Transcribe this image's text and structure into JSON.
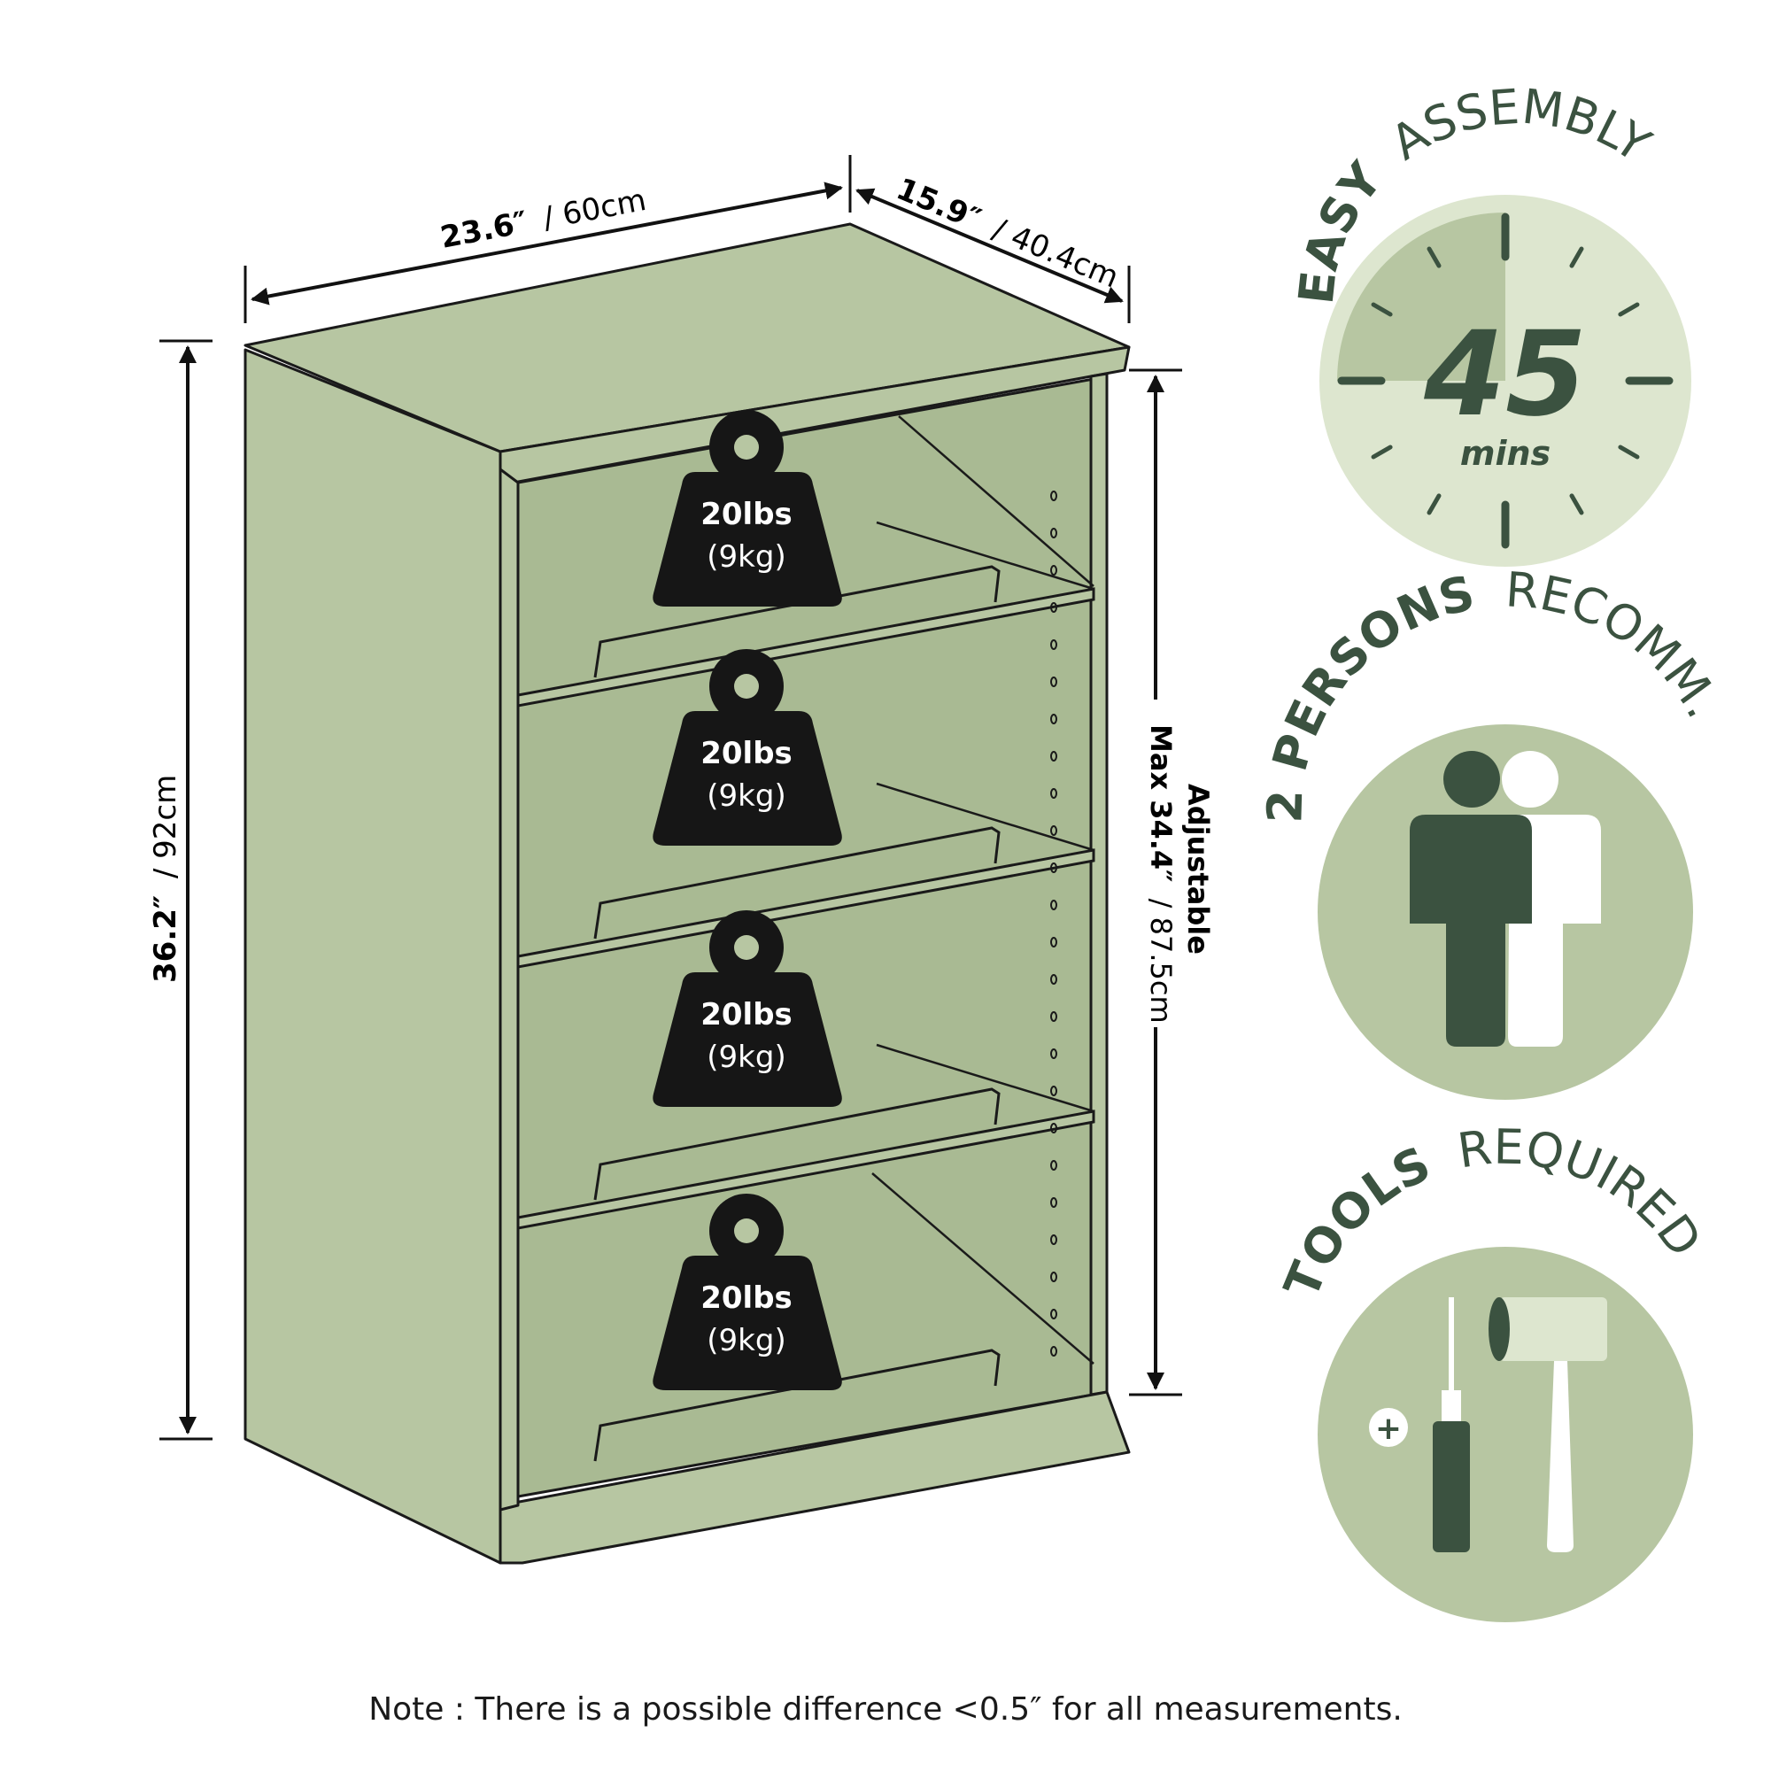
{
  "colors": {
    "panel": "#b7c6a2",
    "panel_light": "#dde6cf",
    "panel_dark": "#a9ba93",
    "accent_dark": "#3b5240",
    "weight_black": "#161616",
    "outline": "#1a1a1a"
  },
  "dimensions": {
    "width_bold": "23.6″",
    "width_light": "/ 60cm",
    "depth_bold": "15.9″",
    "depth_light": "/ 40.4cm",
    "height_bold": "36.2″",
    "height_light": "/ 92cm",
    "adjustable_title": "Adjustable",
    "adjustable_bold": "Max 34.4″",
    "adjustable_light": "/ 87.5cm"
  },
  "shelf_weights": [
    {
      "lbs": "20lbs",
      "kg": "(9kg)"
    },
    {
      "lbs": "20lbs",
      "kg": "(9kg)"
    },
    {
      "lbs": "20lbs",
      "kg": "(9kg)"
    },
    {
      "lbs": "20lbs",
      "kg": "(9kg)"
    }
  ],
  "badges": {
    "assembly": {
      "bold": "EASY",
      "light": "ASSEMBLY",
      "number": "45",
      "unit": "mins",
      "icon": "clock-icon"
    },
    "persons": {
      "bold": "2 PERSONS",
      "light": "RECOMM.",
      "icon": "two-persons-icon"
    },
    "tools": {
      "bold": "TOOLS",
      "light": "REQUIRED",
      "plus": "+",
      "icon": "screwdriver-hammer-icon"
    }
  },
  "note": "Note : There is a possible difference <0.5″ for all measurements."
}
